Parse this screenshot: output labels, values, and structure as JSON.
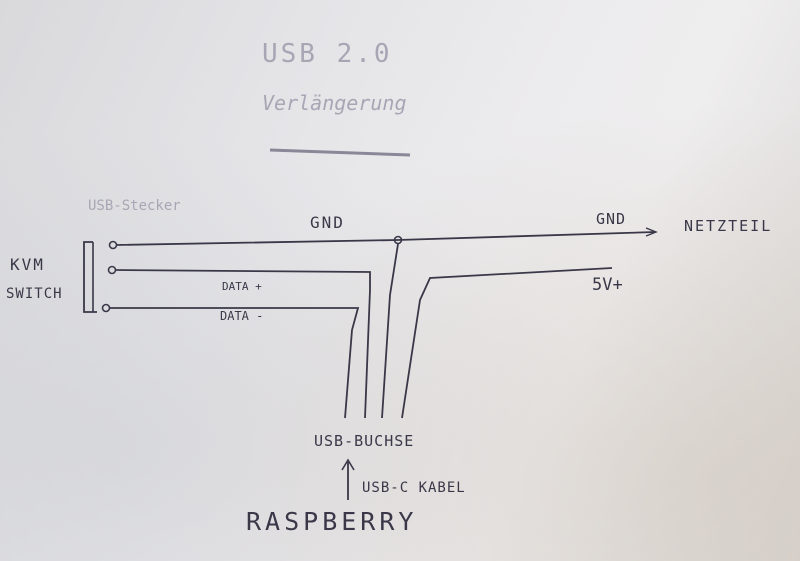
{
  "title": {
    "line1": "USB 2.0",
    "line2": "Verlängerung"
  },
  "labels": {
    "usb_stecker": "USB-Stecker",
    "kvm_switch_line1": "KVM",
    "kvm_switch_line2": "SWITCH",
    "gnd_top": "GND",
    "gnd_right": "GND",
    "netzteil": "NETZTEIL",
    "five_v": "5V+",
    "data_plus": "DATA +",
    "data_minus": "DATA -",
    "usb_buchse": "USB-BUCHSE",
    "usb_c_kabel": "USB-C KABEL",
    "raspberry": "RASPBERRY"
  },
  "colors": {
    "ink": "#3a3848",
    "faint_ink": "#a8a6b4"
  }
}
